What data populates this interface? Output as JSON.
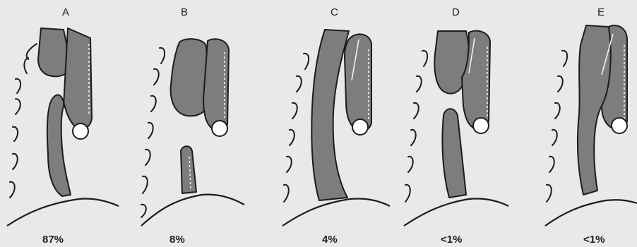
{
  "panels": [
    {
      "letter": "A",
      "percent": "87%"
    },
    {
      "letter": "B",
      "percent": "8%"
    },
    {
      "letter": "C",
      "percent": "4%"
    },
    {
      "letter": "D",
      "percent": "<1%"
    },
    {
      "letter": "E",
      "percent": "<1%"
    }
  ],
  "colors": {
    "fill": "#7d7d7d",
    "outline": "#1c1c1c",
    "background": "#e9e9e9"
  }
}
